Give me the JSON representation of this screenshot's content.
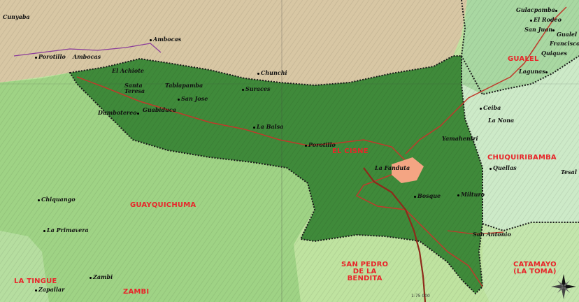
{
  "map": {
    "scale_text": "1:75 000",
    "colors": {
      "parish_highlight": "#3f8a3a",
      "neighbor_light": "#bfe3a0",
      "neighbor_pale": "#cdeac8",
      "relief_tan": "#d8c7a4",
      "road": "#c0392b",
      "river": "#8e2a1b",
      "label_red": "#e8262a"
    },
    "parishes": [
      {
        "id": "el-cisne",
        "label": "EL CISNE"
      },
      {
        "id": "guayquichuma",
        "label": "GUAYQUICHUMA"
      },
      {
        "id": "chuquiribamba",
        "label": "CHUQUIRIBAMBA"
      },
      {
        "id": "gualel",
        "label": "GUALEL"
      },
      {
        "id": "san-pedro",
        "label": "SAN PEDRO\nDE LA\nBENDITA"
      },
      {
        "id": "catamayo",
        "label": "CATAMAYO\n(LA TOMA)"
      },
      {
        "id": "la-tingue",
        "label": "LA TINGUE"
      },
      {
        "id": "zambi",
        "label": "ZAMBI"
      }
    ],
    "places": [
      {
        "id": "gulacpamba",
        "label": "Gulacpamba"
      },
      {
        "id": "el-rodeo",
        "label": "El Rodeo"
      },
      {
        "id": "san-juan",
        "label": "San Juan"
      },
      {
        "id": "gualel",
        "label": "Gualel"
      },
      {
        "id": "francisco",
        "label": "Francisco"
      },
      {
        "id": "quiques",
        "label": "Quiques"
      },
      {
        "id": "lagunas",
        "label": "Lagunas"
      },
      {
        "id": "ceiba",
        "label": "Ceiba"
      },
      {
        "id": "la-nona",
        "label": "La Nona"
      },
      {
        "id": "yamahentri",
        "label": "Yamahentri"
      },
      {
        "id": "quellas",
        "label": "Quellas"
      },
      {
        "id": "tesal",
        "label": "Tesal"
      },
      {
        "id": "cunyaba",
        "label": "Cunyaba"
      },
      {
        "id": "ambocas",
        "label": "Ambocas"
      },
      {
        "id": "porotillo-w",
        "label": "Porotillo"
      },
      {
        "id": "ambocas2",
        "label": "Ambocas"
      },
      {
        "id": "el-achiote",
        "label": "El Achiote"
      },
      {
        "id": "chunchi",
        "label": "Chunchi"
      },
      {
        "id": "santa-teresa",
        "label": "Santa\nTeresa"
      },
      {
        "id": "tablapamba",
        "label": "Tablapamba"
      },
      {
        "id": "suraces",
        "label": "Suraces"
      },
      {
        "id": "san-jose",
        "label": "San Jose"
      },
      {
        "id": "dumbotereo",
        "label": "Dumbotereo"
      },
      {
        "id": "guabiduca",
        "label": "Guabiduca"
      },
      {
        "id": "la-balsa",
        "label": "La Balsa"
      },
      {
        "id": "porotillo",
        "label": "Porotillo"
      },
      {
        "id": "la-fanduta",
        "label": "La Fanduta"
      },
      {
        "id": "bosque",
        "label": "Bosque"
      },
      {
        "id": "milturo",
        "label": "Milturo"
      },
      {
        "id": "chiquango",
        "label": "Chiquango"
      },
      {
        "id": "la-primavera",
        "label": "La Primavera"
      },
      {
        "id": "zambi-town",
        "label": "Zambi"
      },
      {
        "id": "zapallar",
        "label": "Zapallar"
      },
      {
        "id": "san-antonio",
        "label": "San Antonio"
      }
    ]
  }
}
